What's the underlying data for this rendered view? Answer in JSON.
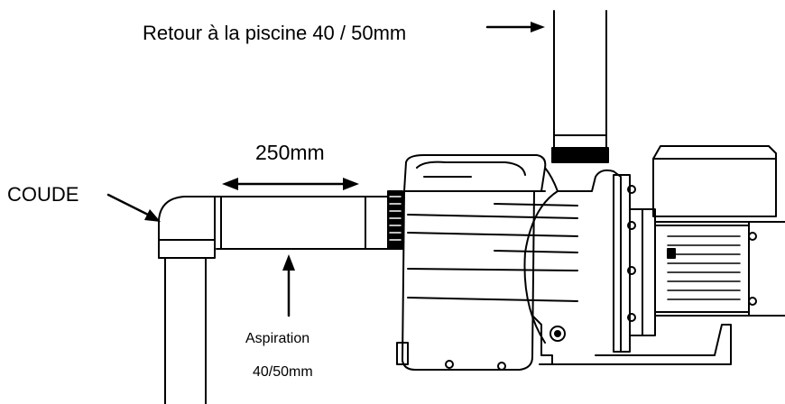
{
  "labels": {
    "return_line": "Retour à la piscine 40 / 50mm",
    "length": "250mm",
    "elbow": "COUDE",
    "suction_title": "Aspiration",
    "suction_size": "40/50mm"
  }
}
